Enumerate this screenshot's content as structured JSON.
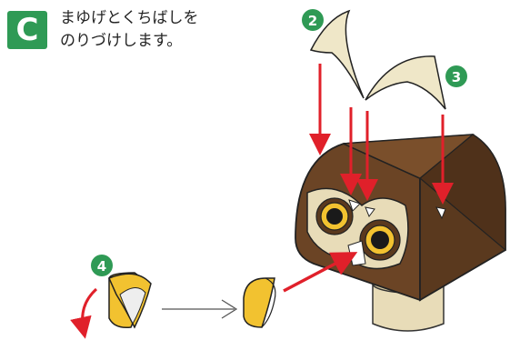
{
  "step": {
    "letter": "C",
    "instruction_line1": "まゆげとくちばしを",
    "instruction_line2": "のりづけします。"
  },
  "markers": {
    "eyebrows_step": "2",
    "eyebrow_right_step": "3",
    "beak_step": "4"
  },
  "colors": {
    "badge": "#2f9a55",
    "arrow": "#e0202a",
    "head": "#6b4425",
    "head_dark": "#4f311a",
    "eyebrow": "#efe7c8",
    "beak": "#f2c230",
    "neck": "#e8dcb8"
  }
}
